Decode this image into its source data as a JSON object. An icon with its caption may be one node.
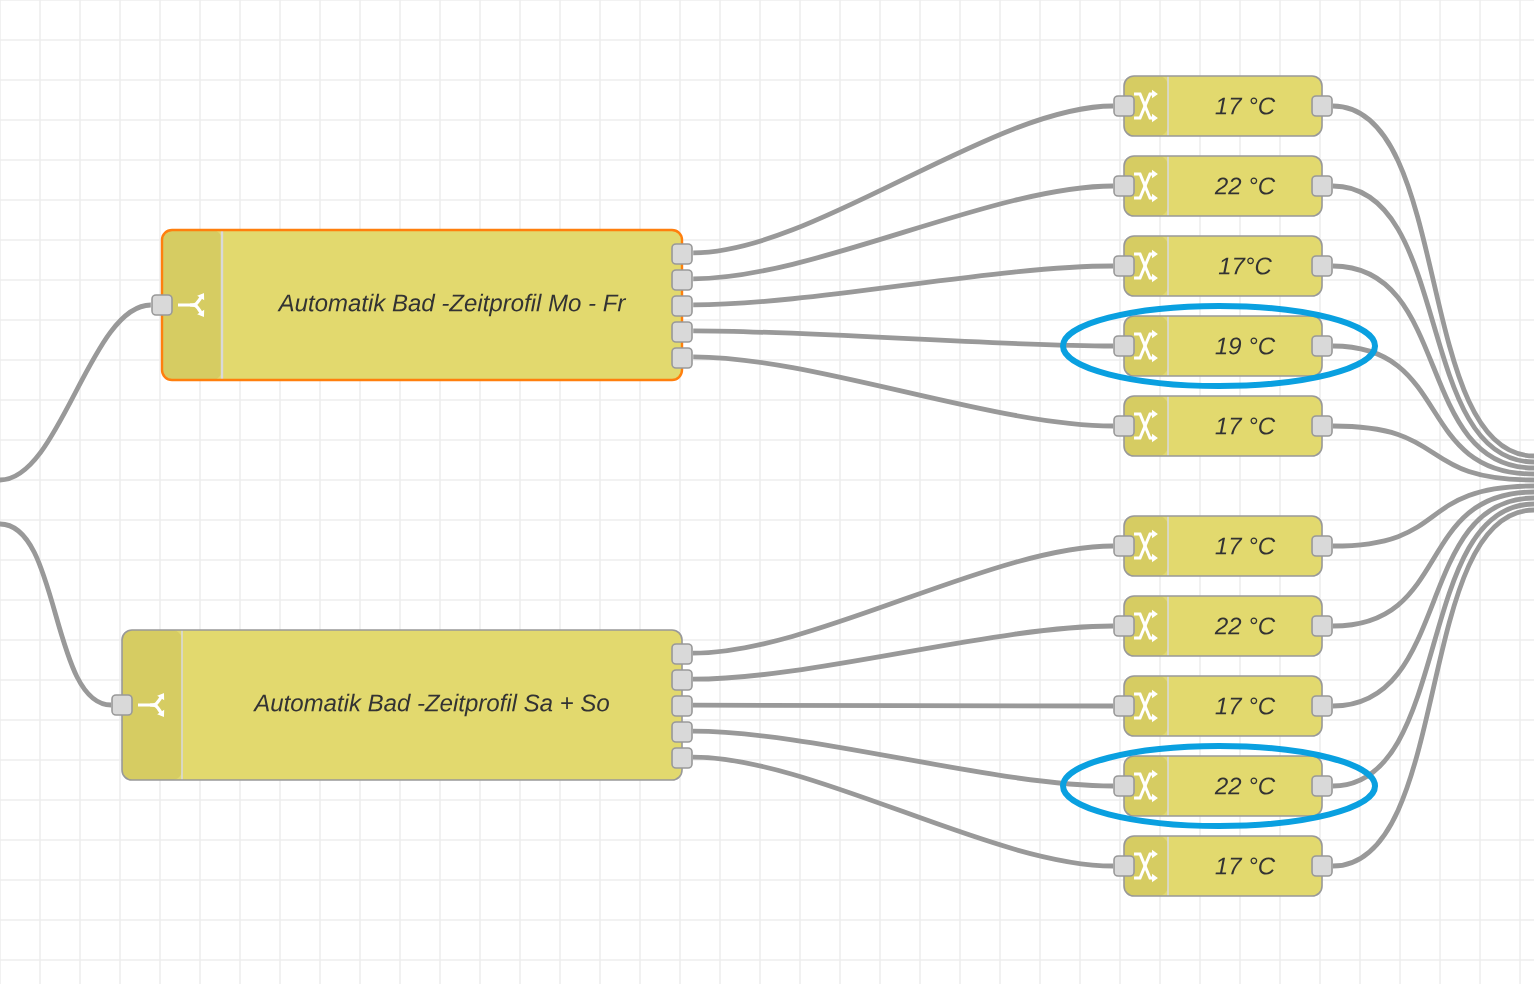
{
  "diagram": {
    "nodes": [
      {
        "text": [
          "Automatik Bad -Zeitprofil Mo - Fr"
        ]
      },
      {
        "text": [
          "Automatik Bad -Zeitprofil Sa + So"
        ]
      },
      {
        "text": [
          "17 °C"
        ]
      },
      {
        "text": [
          "22 °C"
        ]
      },
      {
        "text": [
          "17°C"
        ]
      },
      {
        "text": [
          "19 °C"
        ]
      },
      {
        "text": [
          "17 °C"
        ]
      },
      {
        "text": [
          "17 °C"
        ]
      },
      {
        "text": [
          "22 °C"
        ]
      },
      {
        "text": [
          "17 °C"
        ]
      },
      {
        "text": [
          "22 °C"
        ]
      },
      {
        "text": [
          "17 °C"
        ]
      }
    ],
    "edges": [
      {
        "from": null,
        "to": 0,
        "arrow": "other"
      },
      {
        "from": null,
        "to": 1,
        "arrow": "other"
      },
      {
        "from": 0,
        "to": 2,
        "arrow": "other"
      },
      {
        "from": 0,
        "to": 3,
        "arrow": "other"
      },
      {
        "from": 0,
        "to": 4,
        "arrow": "other"
      },
      {
        "from": 0,
        "to": 5,
        "arrow": "other"
      },
      {
        "from": 0,
        "to": 6,
        "arrow": "other"
      },
      {
        "from": 1,
        "to": 7,
        "arrow": "other"
      },
      {
        "from": 1,
        "to": 8,
        "arrow": "other"
      },
      {
        "from": 1,
        "to": 9,
        "arrow": "other"
      },
      {
        "from": 1,
        "to": 10,
        "arrow": "other"
      },
      {
        "from": 1,
        "to": 11,
        "arrow": "other"
      },
      {
        "from": 2,
        "to": null,
        "arrow": "other"
      },
      {
        "from": 3,
        "to": null,
        "arrow": "other"
      },
      {
        "from": 4,
        "to": null,
        "arrow": "other"
      },
      {
        "from": 5,
        "to": null,
        "arrow": "other"
      },
      {
        "from": 6,
        "to": null,
        "arrow": "other"
      },
      {
        "from": 7,
        "to": null,
        "arrow": "other"
      },
      {
        "from": 8,
        "to": null,
        "arrow": "other"
      },
      {
        "from": 9,
        "to": null,
        "arrow": "other"
      },
      {
        "from": 10,
        "to": null,
        "arrow": "other"
      },
      {
        "from": 11,
        "to": null,
        "arrow": "other"
      }
    ]
  }
}
